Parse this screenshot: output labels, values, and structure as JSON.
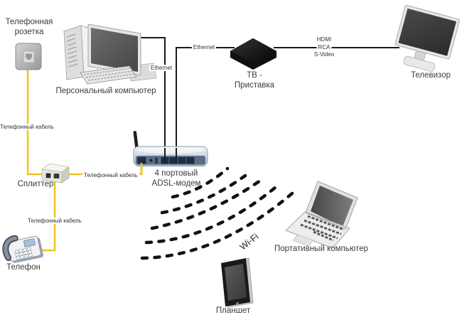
{
  "devices": {
    "phone_socket": {
      "label": [
        "Телефонная",
        "розетка"
      ]
    },
    "pc": {
      "label": "Персональный компьютер"
    },
    "tv_box": {
      "label": [
        "ТВ -",
        "Приставка"
      ]
    },
    "tv": {
      "label": "Телевизор"
    },
    "splitter": {
      "label": "Сплиттер"
    },
    "phone": {
      "label": "Телефон"
    },
    "modem": {
      "label": [
        "4 портовый",
        "ADSL-модем"
      ]
    },
    "laptop": {
      "label": "Портативный компьютер"
    },
    "tablet": {
      "label": "Планшет"
    }
  },
  "cables": {
    "ethernet_pc": "Ethernet",
    "ethernet_tv_box": "Ethernet",
    "hdmi": "HDMI",
    "rca": "RCA",
    "s_video": "S-Video",
    "phone_cable_socket": "Телефонный кабель",
    "phone_cable_modem": "Телефонный кабель",
    "phone_cable_phone": "Телефонный кабель",
    "wifi": "Wi-Fi"
  },
  "colors": {
    "phone_cable": "#F2C318",
    "data_cable": "#1A1A1A",
    "wifi_wave": "#111111"
  }
}
